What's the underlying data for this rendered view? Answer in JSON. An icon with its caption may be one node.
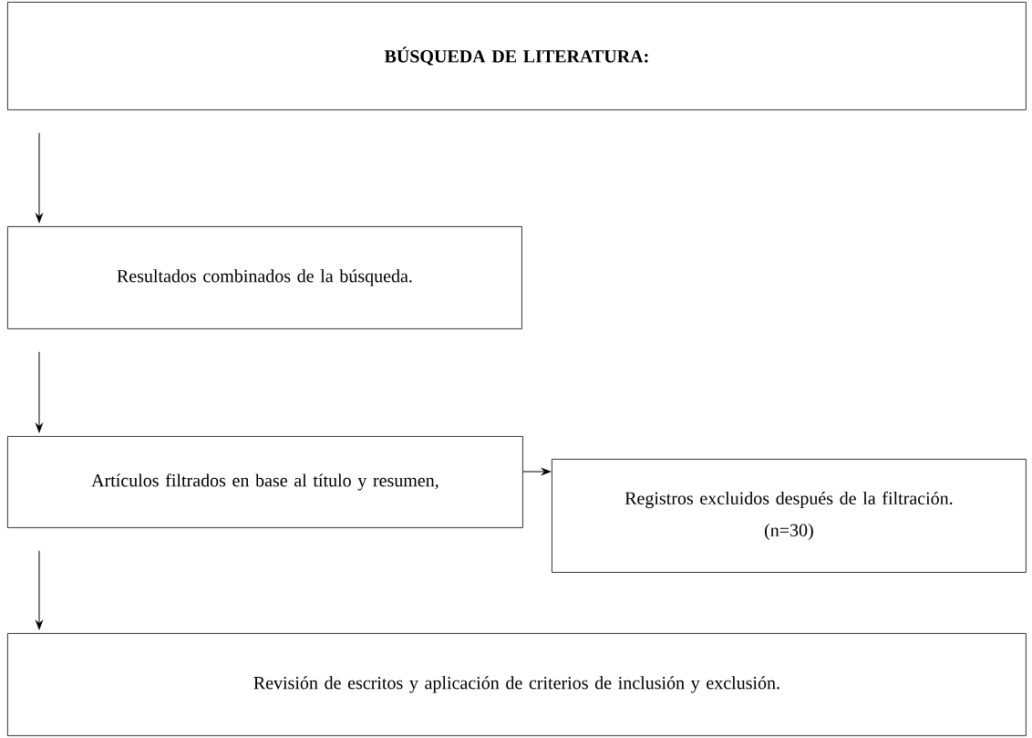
{
  "diagram": {
    "nodes": [
      {
        "text": [
          "BÚSQUEDA DE LITERATURA:"
        ]
      },
      {
        "text": [
          "Resultados combinados de la búsqueda."
        ]
      },
      {
        "text": [
          "Artículos filtrados en base al título y resumen,"
        ]
      },
      {
        "text": [
          "Registros excluidos después de la filtración.",
          "(n=30)"
        ]
      },
      {
        "text": [
          "Revisión de escritos y aplicación de criterios de inclusión y exclusión."
        ]
      }
    ],
    "edges": [
      {
        "from": 0,
        "to": 1,
        "arrow": "to"
      },
      {
        "from": 1,
        "to": 2,
        "arrow": "to"
      },
      {
        "from": 2,
        "to": 3,
        "arrow": "to"
      },
      {
        "from": 2,
        "to": 4,
        "arrow": "to"
      }
    ]
  }
}
